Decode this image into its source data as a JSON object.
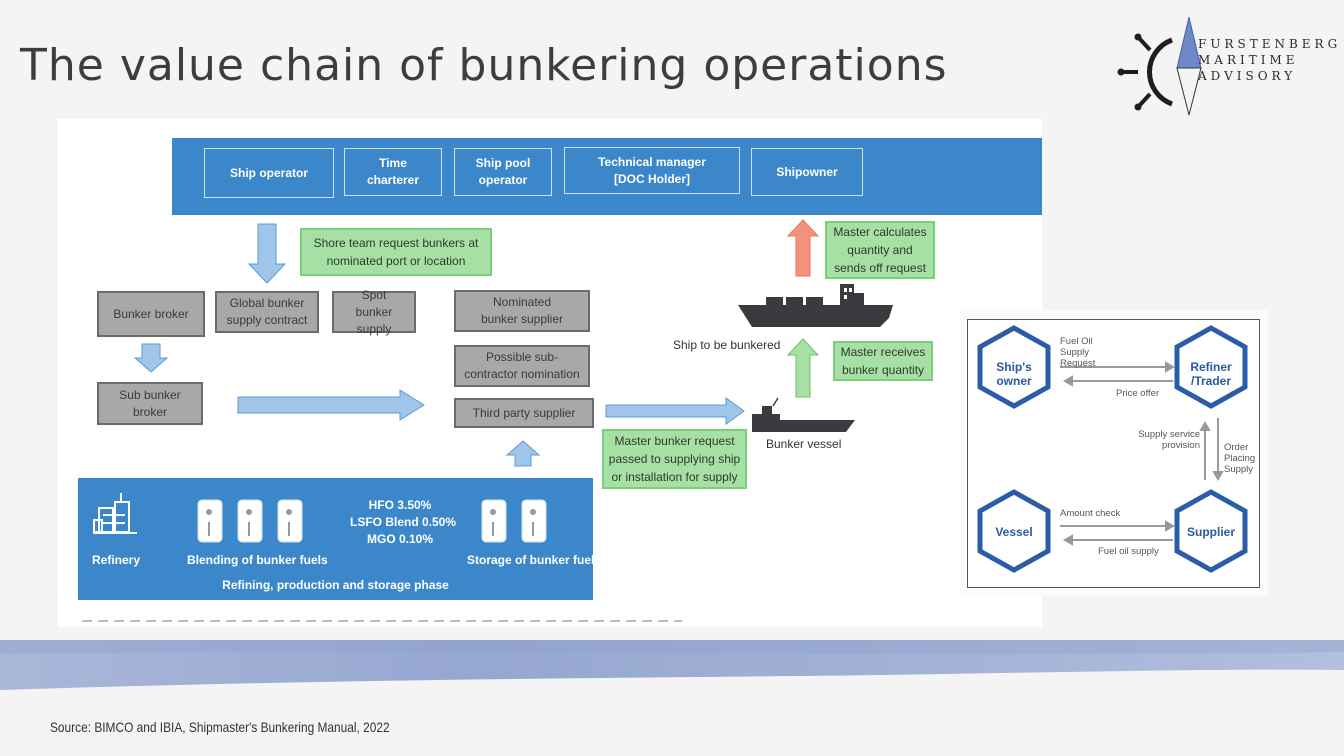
{
  "slide": {
    "title": "The value chain of bunkering operations",
    "source": "Source: BIMCO and IBIA, Shipmaster's Bunkering Manual, 2022"
  },
  "logo": {
    "line1": "FURSTENBERG",
    "line2": "MARITIME",
    "line3": "ADVISORY"
  },
  "main_diagram": {
    "top_roles": [
      "Ship operator",
      "Time charterer",
      "Ship pool operator",
      "Technical manager [DOC Holder]",
      "Shipowner"
    ],
    "supply_options": [
      "Bunker broker",
      "Global bunker supply contract",
      "Spot bunker supply"
    ],
    "sub_broker": "Sub bunker broker",
    "supplier_column": [
      "Nominated bunker supplier",
      "Possible sub-contractor nomination",
      "Third party supplier"
    ],
    "notes": {
      "shore_request": "Shore team request bunkers at nominated port or location",
      "master_calculates": "Master calculates quantity and sends off request",
      "master_receives": "Master receives bunker quantity",
      "master_bunker_request": "Master bunker request passed to supplying ship or installation for supply"
    },
    "ship_labels": {
      "ship_to_be_bunkered": "Ship to be bunkered",
      "bunker_vessel": "Bunker vessel"
    },
    "refining_phase": {
      "refinery": "Refinery",
      "blending": "Blending of bunker fuels",
      "fuels": [
        "HFO 3.50%",
        "LSFO Blend 0.50%",
        "MGO 0.10%"
      ],
      "storage": "Storage of bunker fuels",
      "phase_label": "Refining, production and storage phase"
    },
    "colors": {
      "blue_bar": "#3b87c9",
      "arrow_blue": "#9fc5e8",
      "green_note": "#a6e0a4",
      "gray_box": "#a8a8ab",
      "orange_arrow": "#f4917a"
    }
  },
  "side_diagram": {
    "nodes": {
      "ships_owner": "Ship's owner",
      "refiner_trader": "Refiner /Trader",
      "vessel": "Vessel",
      "supplier": "Supplier"
    },
    "flows": {
      "fuel_oil_supply_request": "Fuel Oil Supply Request",
      "price_offer": "Price offer",
      "supply_service_provision": "Supply service provision",
      "order_placing_supply": "Order Placing Supply",
      "amount_check": "Amount check",
      "fuel_oil_supply": "Fuel oil supply"
    },
    "colors": {
      "hex_stroke": "#2b5ca8"
    }
  }
}
